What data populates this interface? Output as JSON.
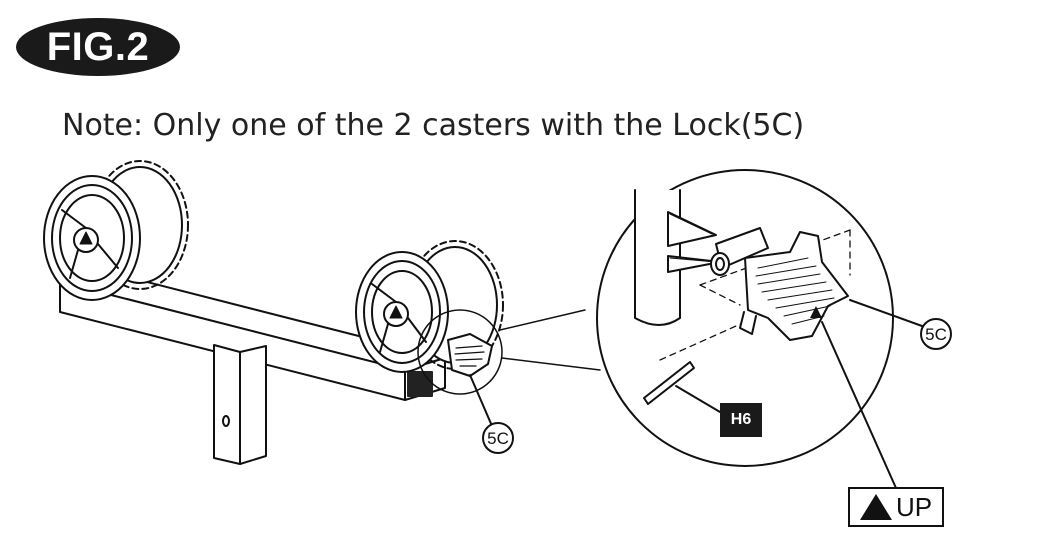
{
  "figure": {
    "label": "FIG.2"
  },
  "note": {
    "text": "Note: Only one of the 2 casters with the Lock(5C)"
  },
  "callouts": {
    "lock_part_main": "5C",
    "lock_part_detail": "5C",
    "pin_part": "H6",
    "up_label": "UP"
  },
  "icons": {
    "up_arrow": "up-triangle-icon",
    "logo": "triangle-logo-icon"
  },
  "colors": {
    "ink": "#111111",
    "badge": "#1a1a1a",
    "background": "#ffffff"
  }
}
